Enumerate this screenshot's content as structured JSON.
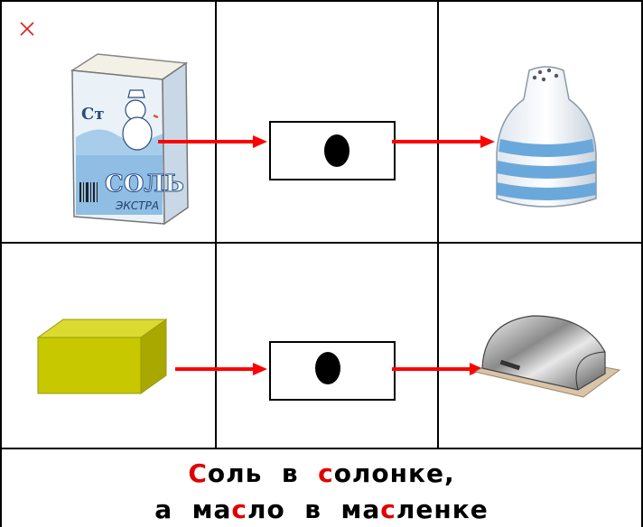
{
  "caption": {
    "line1": [
      {
        "text": "С",
        "highlight": true
      },
      {
        "text": "оль  в  ",
        "highlight": false
      },
      {
        "text": "с",
        "highlight": true
      },
      {
        "text": "олонке,",
        "highlight": false
      }
    ],
    "line2": [
      {
        "text": "а  ма",
        "highlight": false
      },
      {
        "text": "с",
        "highlight": true
      },
      {
        "text": "ло  в  ма",
        "highlight": false
      },
      {
        "text": "с",
        "highlight": true
      },
      {
        "text": "ленке",
        "highlight": false
      }
    ]
  },
  "salt_box": {
    "top_text": "Ст",
    "brand": "СОЛЬ",
    "sub": "ЭКСТРА"
  },
  "icons": {
    "close": "close-icon",
    "salt_box": "salt-box-icon",
    "salt_shaker": "salt-shaker-icon",
    "butter": "butter-block-icon",
    "butter_dish": "butter-dish-icon"
  },
  "colors": {
    "arrow": "#ff0000",
    "highlight": "#e00000",
    "butter": "#c8c800",
    "grid": "#000000"
  }
}
